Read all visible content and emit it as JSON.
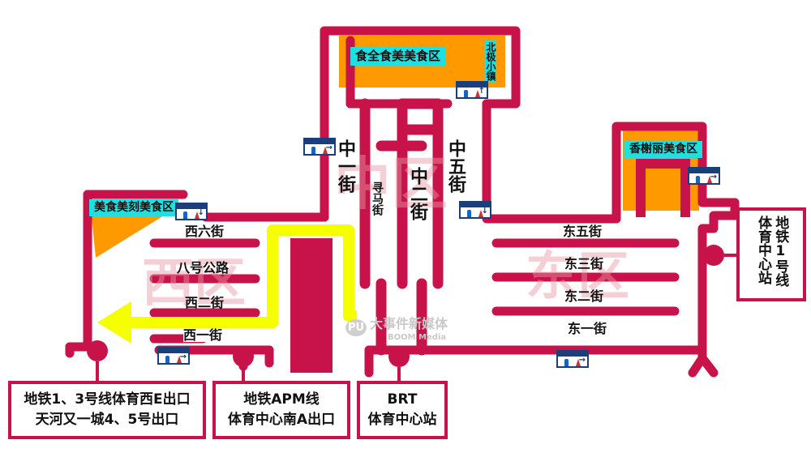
{
  "food_zones": {
    "north": "食全食美美食区",
    "east": "香榭丽美食区",
    "west": "美食美刻美食区"
  },
  "north_alley": "北极小镇",
  "streets": {
    "zhong1": "中一街",
    "zhong2": "中二街",
    "zhong5": "中五街",
    "xunma": "寻马街",
    "xi6": "西六街",
    "ba": "八号公路",
    "xi2": "西二街",
    "xi1": "西一街",
    "dong5": "东五街",
    "dong3": "东三街",
    "dong2": "东二街",
    "dong1": "东一街"
  },
  "exits": {
    "metro13": [
      "地铁1、3号线体育西E出口",
      "天河又一城4、5号出口"
    ],
    "apm": [
      "地铁APM线",
      "体育中心南A出口"
    ],
    "brt": [
      "BRT",
      "体育中心站"
    ],
    "metro1": "地铁1号线体育中心站"
  },
  "watermark": {
    "cn": "大事件新媒体",
    "en": "BOOM Media",
    "logo": "PU"
  },
  "zones_bg": {
    "west": "西区",
    "center": "中区",
    "east": "东区"
  },
  "colors": {
    "corridor": "#c8134a",
    "food_area": "#ff9900",
    "food_label": "#1fe0e0",
    "route": "#f5ff00",
    "restroom_sign": "#1a3f7a"
  },
  "icons": [
    "restroom-sign-icon",
    "route-arrow-icon"
  ]
}
